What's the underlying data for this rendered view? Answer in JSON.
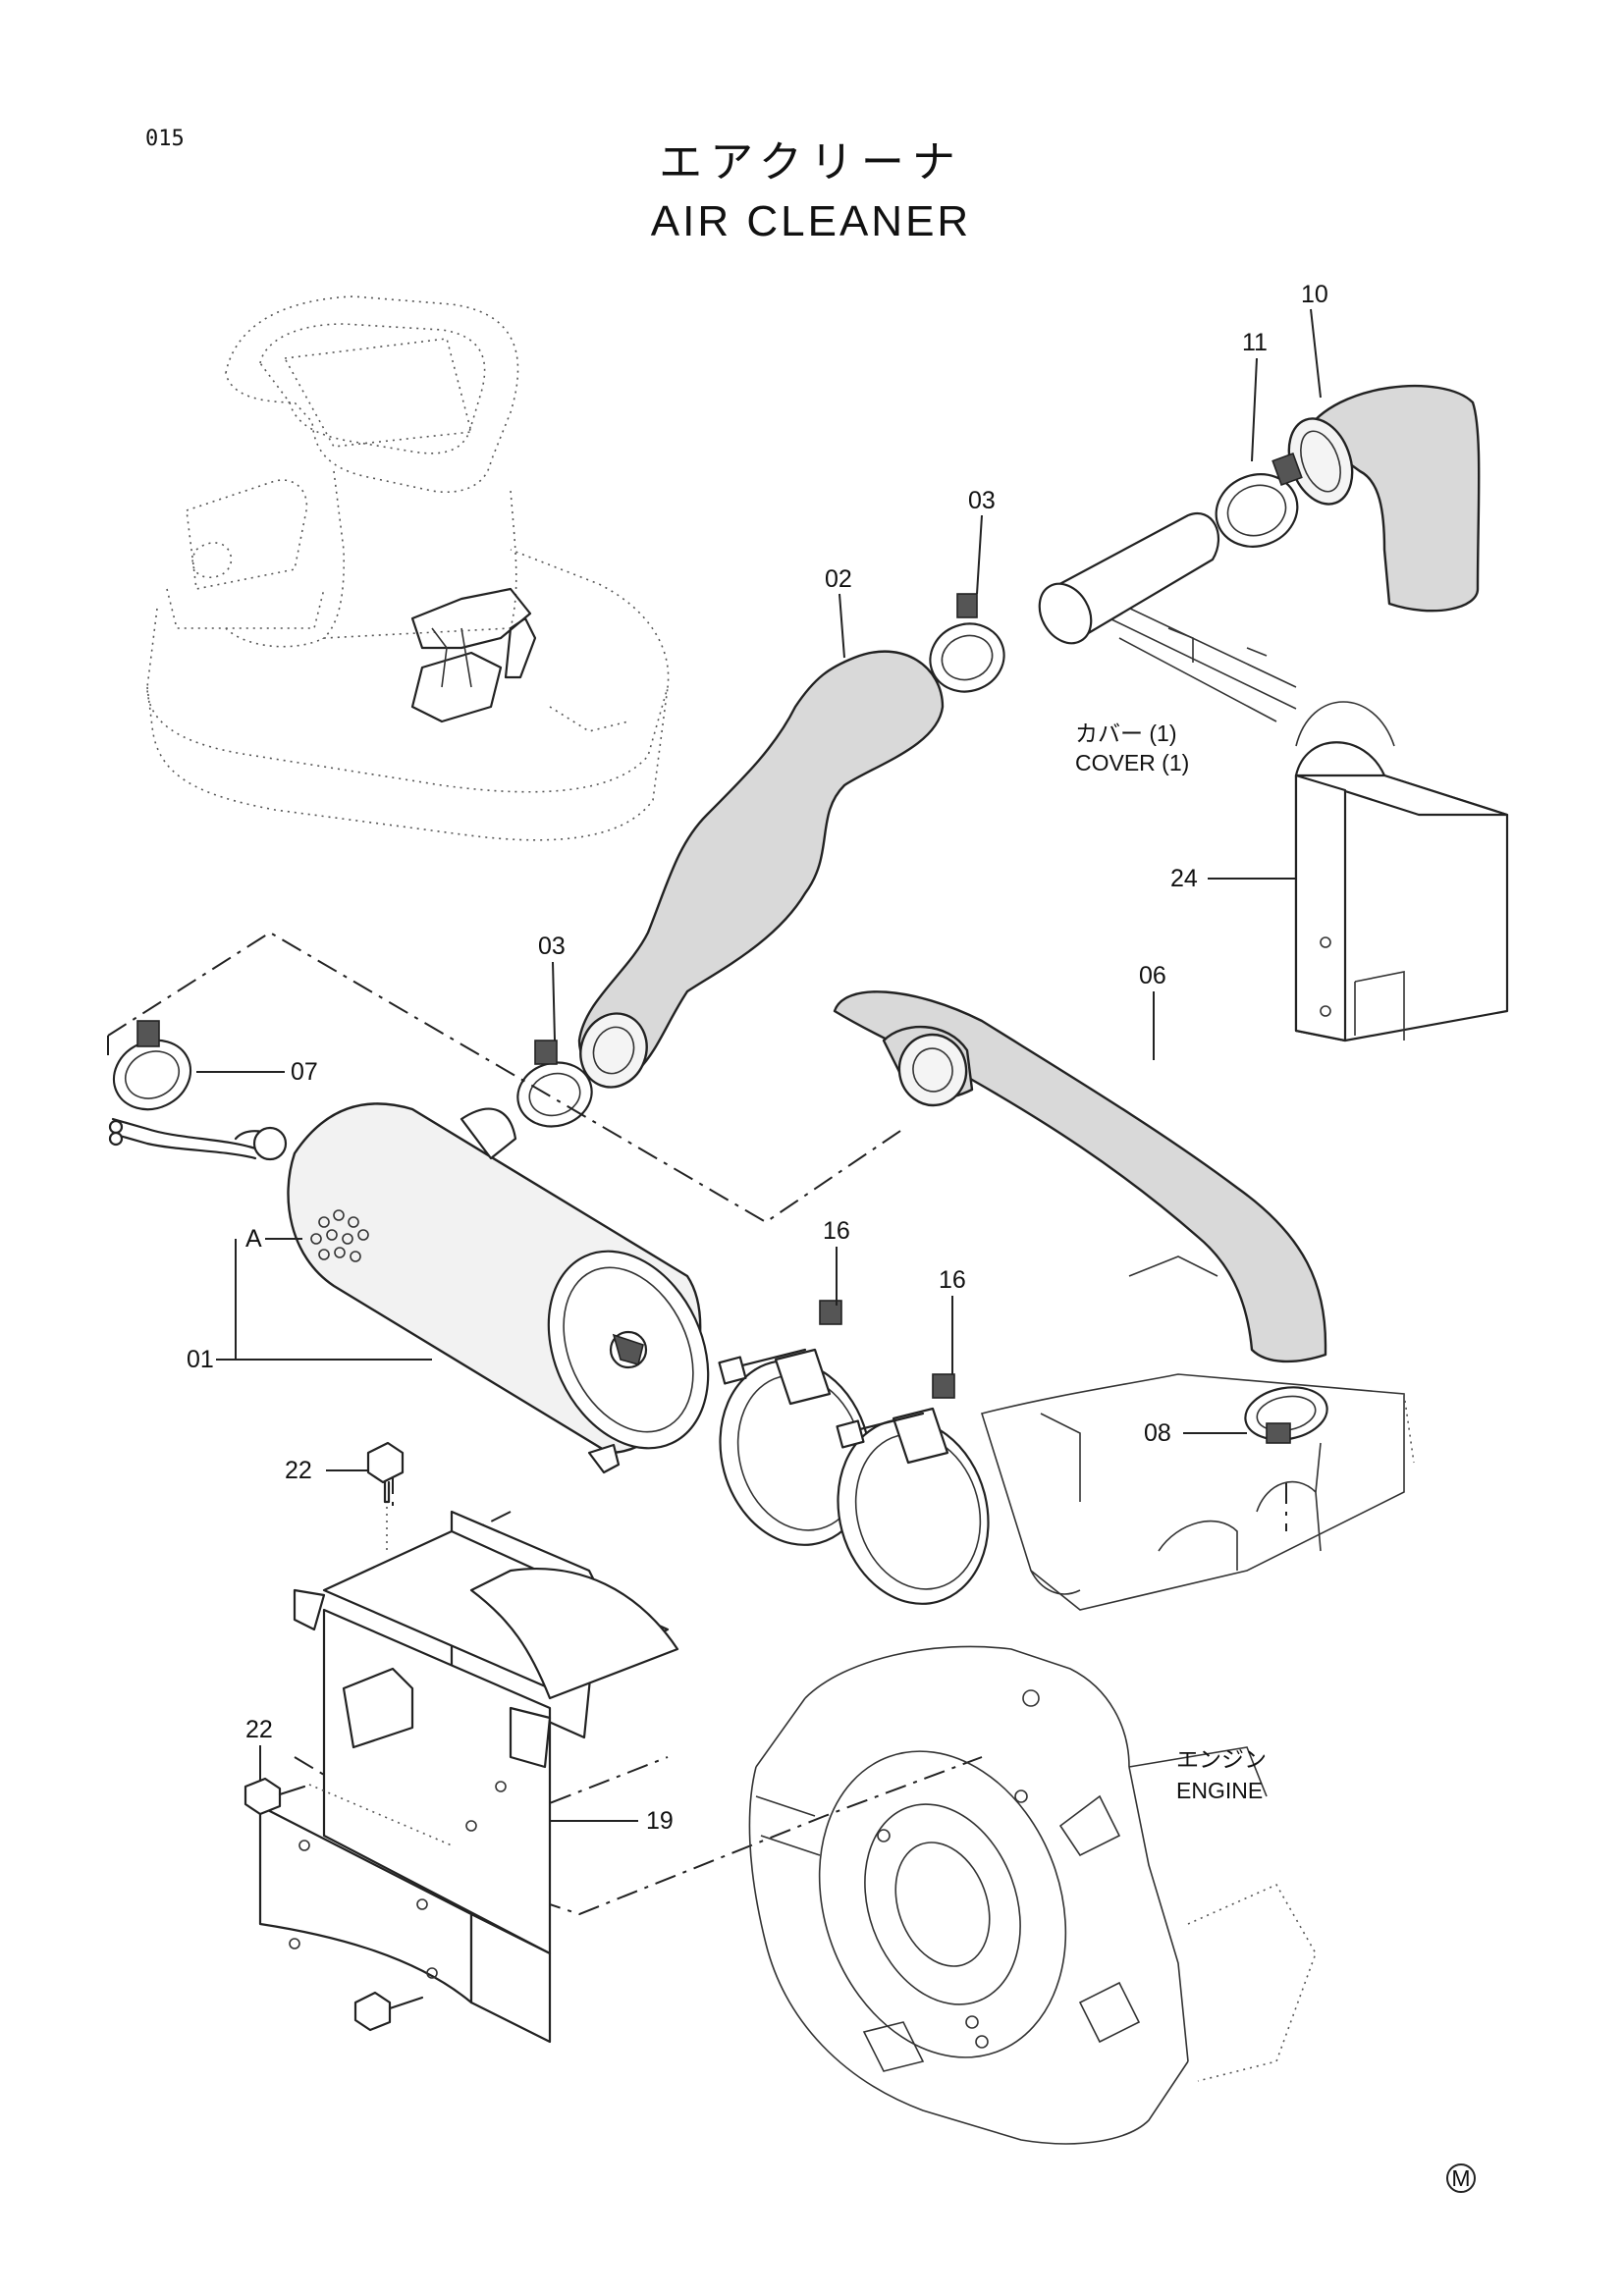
{
  "page_number": "015",
  "title_jp": "エアクリーナ",
  "title_en": "AIR CLEANER",
  "callouts": {
    "c01": "01",
    "c02": "02",
    "c03a": "03",
    "c03b": "03",
    "c06": "06",
    "c07": "07",
    "c08": "08",
    "c10": "10",
    "c11": "11",
    "c16a": "16",
    "c16b": "16",
    "c19": "19",
    "c22a": "22",
    "c22b": "22",
    "c24": "24",
    "cA": "A"
  },
  "notes": {
    "cover_jp": "カバー (1)",
    "cover_en": "COVER (1)",
    "engine_jp": "エンジン",
    "engine_en": "ENGINE"
  },
  "corner_mark": "M"
}
